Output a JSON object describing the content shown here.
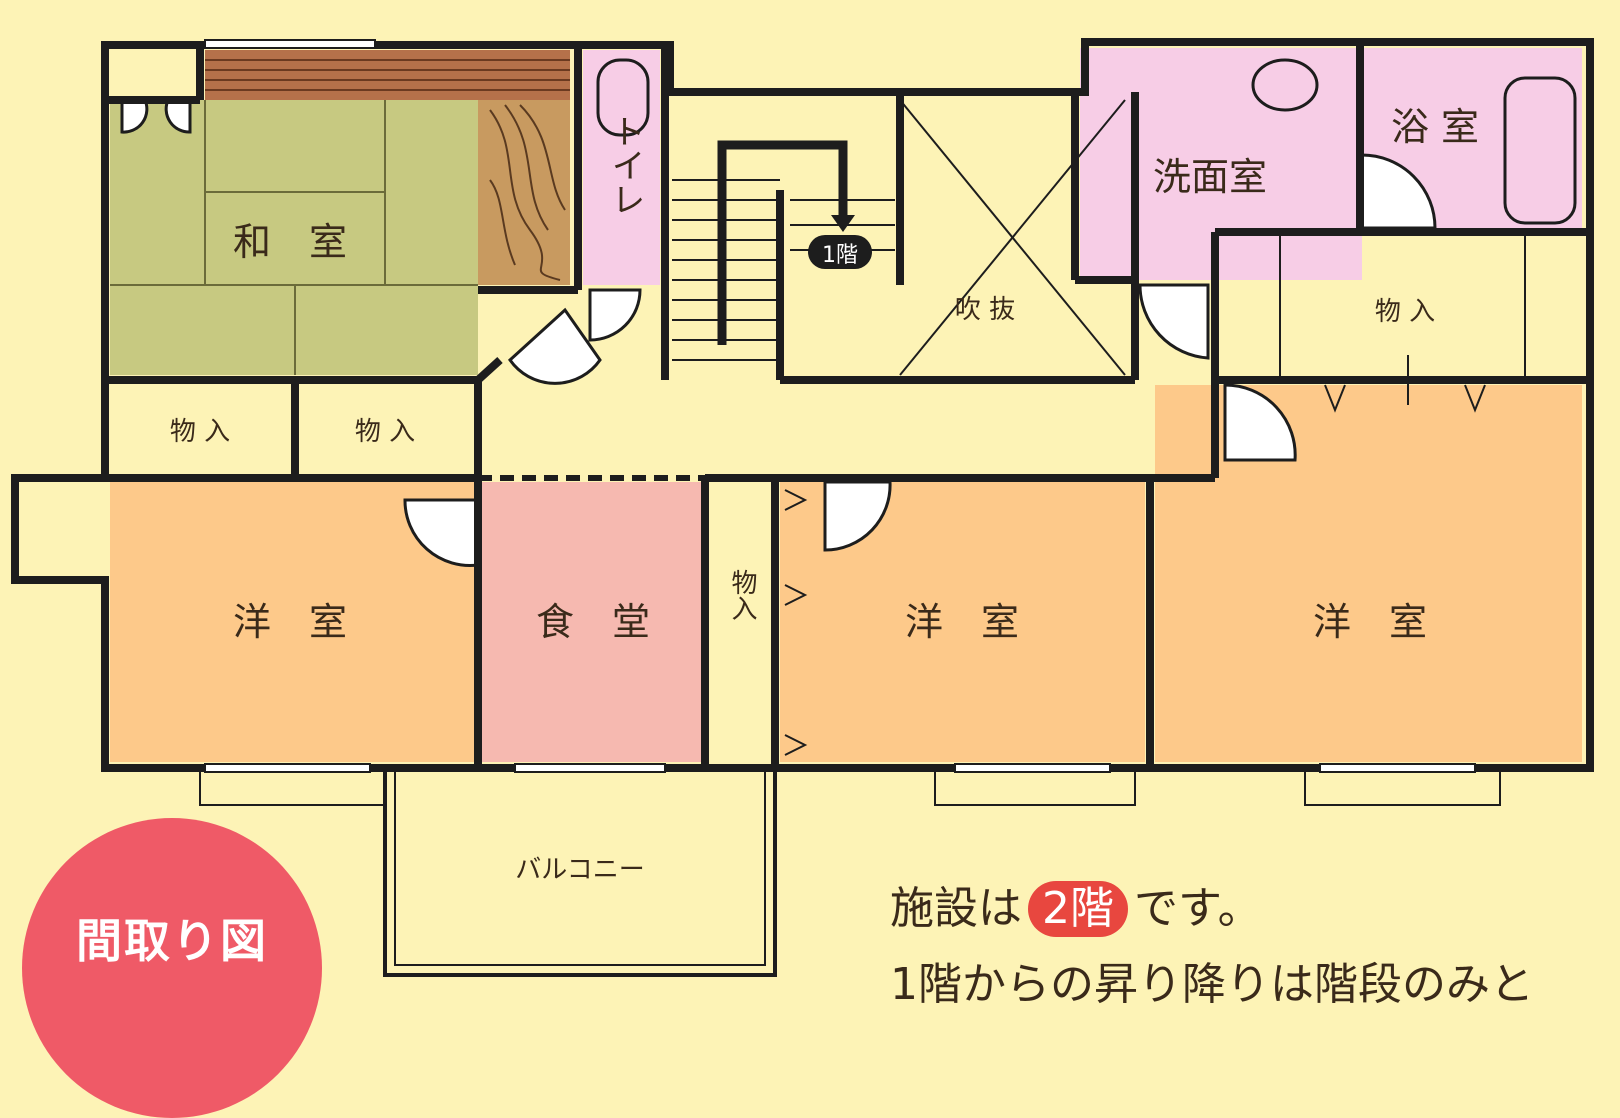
{
  "rooms": {
    "washitsu": "和　室",
    "toilet": "トイレ",
    "stairs_badge": "1階",
    "fukinuke": "吹 抜",
    "senmen": "洗面室",
    "yokushitsu": "浴 室",
    "storage_right": "物 入",
    "storage_left1": "物 入",
    "storage_left2": "物 入",
    "storage_vertical": "物入",
    "youshitsu_left": "洋　室",
    "shokudou": "食　堂",
    "youshitsu_mid": "洋　室",
    "youshitsu_right": "洋　室",
    "balcony": "バルコニー"
  },
  "badge": {
    "label": "間取り図"
  },
  "note": {
    "prefix": "施設は",
    "floor": "2階",
    "suffix": "です。",
    "line2": "1階からの昇り降りは階段のみと"
  },
  "colors": {
    "background": "#fdf3b6",
    "tatami": "#c7c981",
    "youshitsu": "#fdc98a",
    "shokudou": "#f6b9b0",
    "wet_area": "#f7cde6",
    "wall": "#1d1d1d",
    "badge": "#ef5a67",
    "floor_pill": "#e8473f"
  }
}
